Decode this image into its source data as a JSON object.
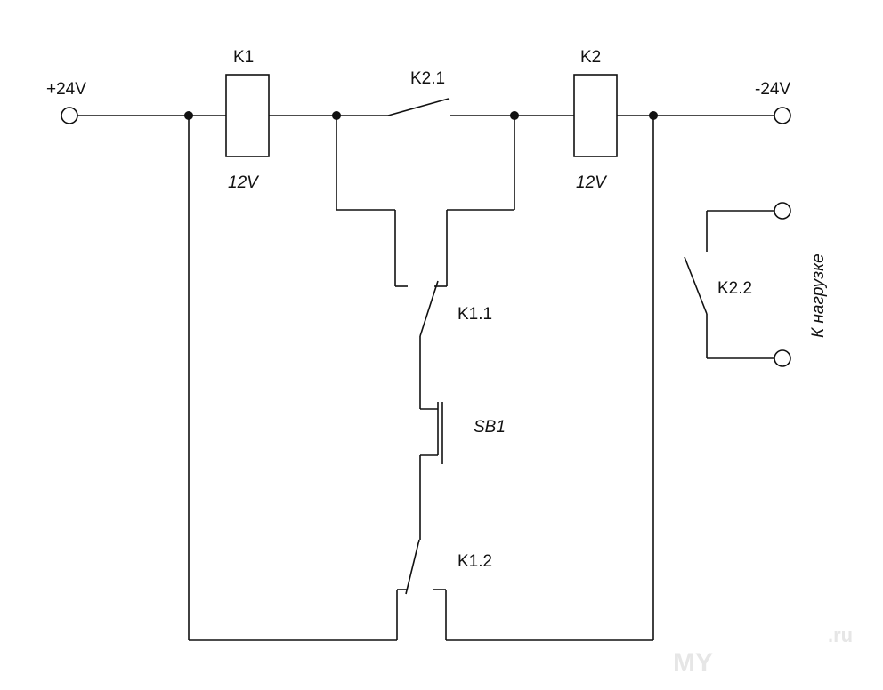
{
  "terminals": {
    "plus": "+24V",
    "minus": "-24V"
  },
  "relays": [
    {
      "name": "K1",
      "voltage": "12V"
    },
    {
      "name": "K2",
      "voltage": "12V"
    }
  ],
  "contacts": {
    "k2_1": "K2.1",
    "k1_1": "K1.1",
    "k1_2": "K1.2",
    "k2_2": "K2.2"
  },
  "button": "SB1",
  "load_label": "К нагрузке",
  "watermark": {
    "main": "MY",
    "suffix": ".ru"
  },
  "colors": {
    "wire": "#111111",
    "background": "#ffffff",
    "watermark": "#e6e6e6"
  }
}
